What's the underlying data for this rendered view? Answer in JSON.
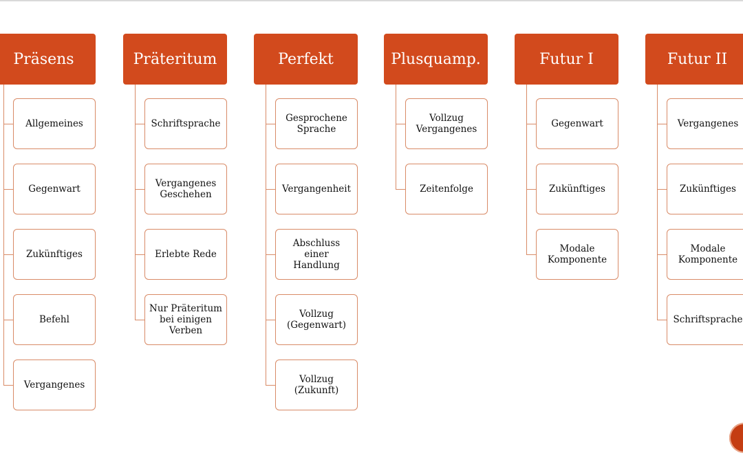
{
  "diagram": {
    "columns": [
      {
        "title": "Präsens",
        "items": [
          "Allgemeines",
          "Gegenwart",
          "Zukünftiges",
          "Befehl",
          "Vergangenes"
        ]
      },
      {
        "title": "Präteritum",
        "items": [
          "Schriftsprache",
          "Vergangenes\nGeschehen",
          "Erlebte Rede",
          "Nur Präteritum\nbei einigen\nVerben"
        ]
      },
      {
        "title": "Perfekt",
        "items": [
          "Gesprochene\nSprache",
          "Vergangenheit",
          "Abschluss\neiner\nHandlung",
          "Vollzug\n(Gegenwart)",
          "Vollzug\n(Zukunft)"
        ]
      },
      {
        "title": "Plusquamp.",
        "items": [
          "Vollzug\nVergangenes",
          "Zeitenfolge"
        ]
      },
      {
        "title": "Futur I",
        "items": [
          "Gegenwart",
          "Zukünftiges",
          "Modale\nKomponente"
        ]
      },
      {
        "title": "Futur II",
        "items": [
          "Vergangenes",
          "Zukünftiges",
          "Modale\nKomponente",
          "Schriftsprache"
        ]
      }
    ]
  },
  "colors": {
    "header_fill": "#d24a1d",
    "header_text": "#ffffff",
    "connector": "#d88a66",
    "box_border": "#d88a66"
  }
}
